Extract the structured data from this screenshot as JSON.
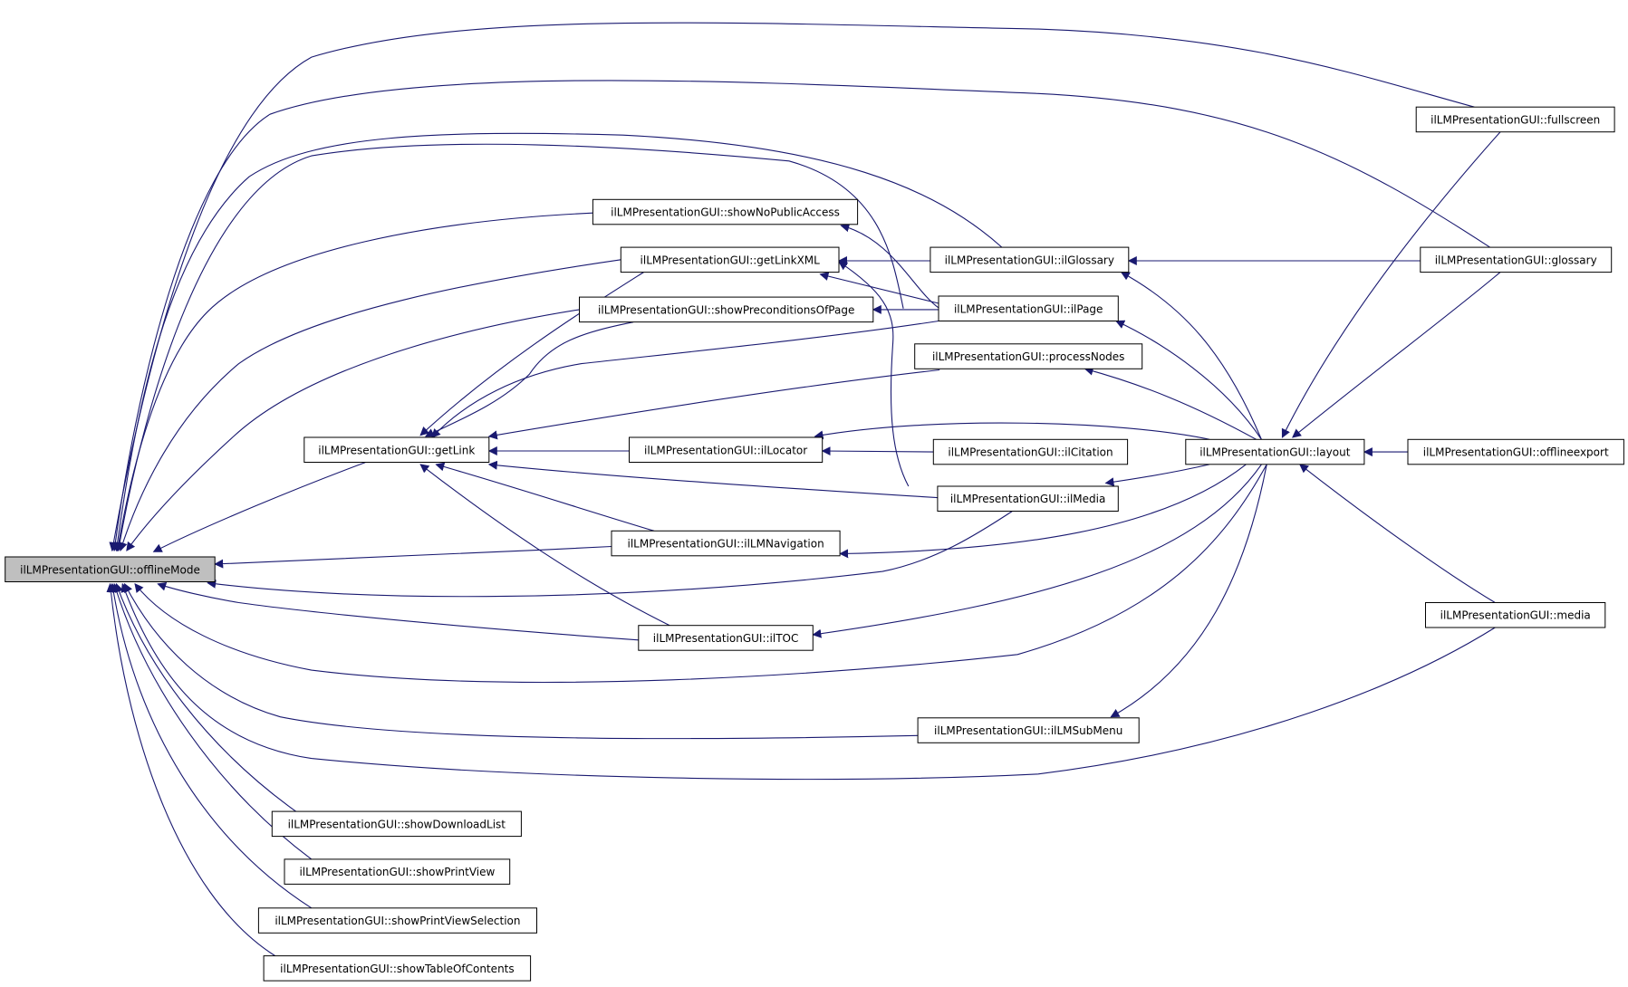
{
  "diagram": {
    "type": "call-graph",
    "direction": "right-to-left (callers point to callee)",
    "arrow_color": "#191970",
    "root_fill": "#bfbfbf",
    "nodes": [
      {
        "id": "offlineMode",
        "label": "ilLMPresentationGUI::offlineMode"
      },
      {
        "id": "getLink",
        "label": "ilLMPresentationGUI::getLink"
      },
      {
        "id": "showNoPublicAccess",
        "label": "ilLMPresentationGUI::showNoPublicAccess"
      },
      {
        "id": "getLinkXML",
        "label": "ilLMPresentationGUI::getLinkXML"
      },
      {
        "id": "showPreconditionsOfPage",
        "label": "ilLMPresentationGUI::showPreconditionsOfPage"
      },
      {
        "id": "ilLocator",
        "label": "ilLMPresentationGUI::ilLocator"
      },
      {
        "id": "ilLMNavigation",
        "label": "ilLMPresentationGUI::ilLMNavigation"
      },
      {
        "id": "ilTOC",
        "label": "ilLMPresentationGUI::ilTOC"
      },
      {
        "id": "ilGlossary",
        "label": "ilLMPresentationGUI::ilGlossary"
      },
      {
        "id": "ilPage",
        "label": "ilLMPresentationGUI::ilPage"
      },
      {
        "id": "processNodes",
        "label": "ilLMPresentationGUI::processNodes"
      },
      {
        "id": "ilCitation",
        "label": "ilLMPresentationGUI::ilCitation"
      },
      {
        "id": "ilMedia",
        "label": "ilLMPresentationGUI::ilMedia"
      },
      {
        "id": "ilLMSubMenu",
        "label": "ilLMPresentationGUI::ilLMSubMenu"
      },
      {
        "id": "layout",
        "label": "ilLMPresentationGUI::layout"
      },
      {
        "id": "fullscreen",
        "label": "ilLMPresentationGUI::fullscreen"
      },
      {
        "id": "glossary",
        "label": "ilLMPresentationGUI::glossary"
      },
      {
        "id": "offlineexport",
        "label": "ilLMPresentationGUI::offlineexport"
      },
      {
        "id": "media",
        "label": "ilLMPresentationGUI::media"
      },
      {
        "id": "showDownloadList",
        "label": "ilLMPresentationGUI::showDownloadList"
      },
      {
        "id": "showPrintView",
        "label": "ilLMPresentationGUI::showPrintView"
      },
      {
        "id": "showPrintViewSelection",
        "label": "ilLMPresentationGUI::showPrintViewSelection"
      },
      {
        "id": "showTableOfContents",
        "label": "ilLMPresentationGUI::showTableOfContents"
      }
    ],
    "edges": [
      [
        "getLink",
        "offlineMode"
      ],
      [
        "showNoPublicAccess",
        "offlineMode"
      ],
      [
        "getLinkXML",
        "offlineMode"
      ],
      [
        "showPreconditionsOfPage",
        "offlineMode"
      ],
      [
        "ilLMNavigation",
        "offlineMode"
      ],
      [
        "ilTOC",
        "offlineMode"
      ],
      [
        "ilGlossary",
        "offlineMode"
      ],
      [
        "ilPage",
        "offlineMode"
      ],
      [
        "ilMedia",
        "offlineMode"
      ],
      [
        "ilLMSubMenu",
        "offlineMode"
      ],
      [
        "layout",
        "offlineMode"
      ],
      [
        "fullscreen",
        "offlineMode"
      ],
      [
        "glossary",
        "offlineMode"
      ],
      [
        "media",
        "offlineMode"
      ],
      [
        "showDownloadList",
        "offlineMode"
      ],
      [
        "showPrintView",
        "offlineMode"
      ],
      [
        "showPrintViewSelection",
        "offlineMode"
      ],
      [
        "showTableOfContents",
        "offlineMode"
      ],
      [
        "getLinkXML",
        "getLink"
      ],
      [
        "showPreconditionsOfPage",
        "getLink"
      ],
      [
        "ilPage",
        "getLink"
      ],
      [
        "processNodes",
        "getLink"
      ],
      [
        "ilLocator",
        "getLink"
      ],
      [
        "ilMedia",
        "getLink"
      ],
      [
        "ilLMNavigation",
        "getLink"
      ],
      [
        "ilTOC",
        "getLink"
      ],
      [
        "ilGlossary",
        "getLinkXML"
      ],
      [
        "ilPage",
        "getLinkXML"
      ],
      [
        "ilMedia",
        "getLinkXML"
      ],
      [
        "ilPage",
        "showNoPublicAccess"
      ],
      [
        "ilPage",
        "showPreconditionsOfPage"
      ],
      [
        "ilCitation",
        "ilLocator"
      ],
      [
        "layout",
        "ilLocator"
      ],
      [
        "layout",
        "ilLMNavigation"
      ],
      [
        "layout",
        "ilTOC"
      ],
      [
        "glossary",
        "ilGlossary"
      ],
      [
        "layout",
        "ilGlossary"
      ],
      [
        "layout",
        "ilPage"
      ],
      [
        "layout",
        "processNodes"
      ],
      [
        "layout",
        "ilMedia"
      ],
      [
        "layout",
        "ilLMSubMenu"
      ],
      [
        "fullscreen",
        "layout"
      ],
      [
        "glossary",
        "layout"
      ],
      [
        "offlineexport",
        "layout"
      ],
      [
        "media",
        "layout"
      ]
    ]
  }
}
